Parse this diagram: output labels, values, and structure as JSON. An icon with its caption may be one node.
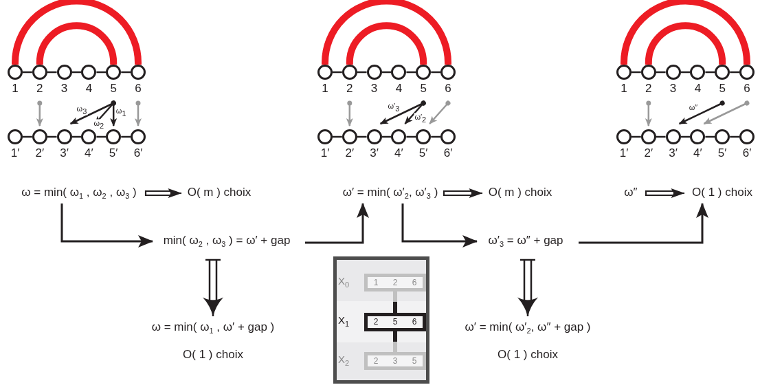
{
  "diagram": {
    "nodes": [
      {
        "text": [
          "1"
        ]
      },
      {
        "text": [
          "2"
        ]
      },
      {
        "text": [
          "3"
        ]
      },
      {
        "text": [
          "4"
        ]
      },
      {
        "text": [
          "5"
        ]
      },
      {
        "text": [
          "6"
        ]
      },
      {
        "text": [
          "1′"
        ]
      },
      {
        "text": [
          "2′"
        ]
      },
      {
        "text": [
          "3′"
        ]
      },
      {
        "text": [
          "4′"
        ]
      },
      {
        "text": [
          "5′"
        ]
      },
      {
        "text": [
          "6′"
        ]
      },
      {
        "text": [
          "1"
        ]
      },
      {
        "text": [
          "2"
        ]
      },
      {
        "text": [
          "3"
        ]
      },
      {
        "text": [
          "4"
        ]
      },
      {
        "text": [
          "5"
        ]
      },
      {
        "text": [
          "6"
        ]
      },
      {
        "text": [
          "1′"
        ]
      },
      {
        "text": [
          "2′"
        ]
      },
      {
        "text": [
          "3′"
        ]
      },
      {
        "text": [
          "4′"
        ]
      },
      {
        "text": [
          "5′"
        ]
      },
      {
        "text": [
          "6′"
        ]
      },
      {
        "text": [
          "1"
        ]
      },
      {
        "text": [
          "2"
        ]
      },
      {
        "text": [
          "3"
        ]
      },
      {
        "text": [
          "4"
        ]
      },
      {
        "text": [
          "5"
        ]
      },
      {
        "text": [
          "6"
        ]
      },
      {
        "text": [
          "1′"
        ]
      },
      {
        "text": [
          "2′"
        ]
      },
      {
        "text": [
          "3′"
        ]
      },
      {
        "text": [
          "4′"
        ]
      },
      {
        "text": [
          "5′"
        ]
      },
      {
        "text": [
          "6′"
        ]
      },
      {
        "text": [
          "ω = min( ω$_{1}$ , ω$_{2}$ , ω$_{3}$ )"
        ]
      },
      {
        "text": [
          "O( m ) choix"
        ]
      },
      {
        "text": [
          "min( ω$_{2}$ , ω$_{3}$ ) = ω′ + gap"
        ]
      },
      {
        "text": [
          "ω = min( ω$_{1}$ , ω′ + gap )",
          "O( 1 ) choix"
        ]
      },
      {
        "text": [
          "ω′ = min( ω′$_{2}$, ω′$_{3}$ )"
        ]
      },
      {
        "text": [
          "O( m ) choix"
        ]
      },
      {
        "text": [
          "ω′$_{3}$ = ω″ + gap"
        ]
      },
      {
        "text": [
          "ω′ = min( ω′$_{2}$, ω″ + gap )",
          "O( 1 ) choix"
        ]
      },
      {
        "text": [
          "ω″"
        ]
      },
      {
        "text": [
          "O( 1 ) choix"
        ]
      },
      {
        "text": [],
        "shape": "box"
      },
      {
        "text": [
          "1 2 6"
        ],
        "in": 46
      },
      {
        "text": [
          "2 5 6"
        ],
        "in": 46
      },
      {
        "text": [
          "2 3 5"
        ],
        "in": 46
      }
    ],
    "edges": [
      {
        "from": 0,
        "to": 1,
        "arrow": "none"
      },
      {
        "from": 1,
        "to": 2,
        "arrow": "none"
      },
      {
        "from": 2,
        "to": 3,
        "arrow": "none"
      },
      {
        "from": 3,
        "to": 4,
        "arrow": "none"
      },
      {
        "from": 4,
        "to": 5,
        "arrow": "none"
      },
      {
        "from": 6,
        "to": 7,
        "arrow": "none"
      },
      {
        "from": 7,
        "to": 8,
        "arrow": "none"
      },
      {
        "from": 8,
        "to": 9,
        "arrow": "none"
      },
      {
        "from": 9,
        "to": 10,
        "arrow": "none"
      },
      {
        "from": 10,
        "to": 11,
        "arrow": "none"
      },
      {
        "from": 0,
        "to": 5,
        "arrow": "none",
        "style": "thick",
        "color": "#ed1c24"
      },
      {
        "from": 1,
        "to": 4,
        "arrow": "none",
        "style": "thick",
        "color": "#ed1c24"
      },
      {
        "from": 1,
        "to": 7,
        "arrow": "to",
        "color": "#999999"
      },
      {
        "from": 4,
        "to": 8,
        "arrow": "to",
        "label": "ω$_{3}$"
      },
      {
        "from": 4,
        "to": 9,
        "arrow": "to",
        "label": "ω$_{2}$"
      },
      {
        "from": 4,
        "to": 10,
        "arrow": "to",
        "label": "ω$_{1}$"
      },
      {
        "from": 5,
        "to": 11,
        "arrow": "to",
        "color": "#999999"
      },
      {
        "from": 12,
        "to": 13,
        "arrow": "none"
      },
      {
        "from": 13,
        "to": 14,
        "arrow": "none"
      },
      {
        "from": 14,
        "to": 15,
        "arrow": "none"
      },
      {
        "from": 15,
        "to": 16,
        "arrow": "none"
      },
      {
        "from": 16,
        "to": 17,
        "arrow": "none"
      },
      {
        "from": 18,
        "to": 19,
        "arrow": "none"
      },
      {
        "from": 19,
        "to": 20,
        "arrow": "none"
      },
      {
        "from": 20,
        "to": 21,
        "arrow": "none"
      },
      {
        "from": 21,
        "to": 22,
        "arrow": "none"
      },
      {
        "from": 22,
        "to": 23,
        "arrow": "none"
      },
      {
        "from": 12,
        "to": 17,
        "arrow": "none",
        "style": "thick",
        "color": "#ed1c24"
      },
      {
        "from": 13,
        "to": 16,
        "arrow": "none",
        "style": "thick",
        "color": "#ed1c24"
      },
      {
        "from": 13,
        "to": 19,
        "arrow": "to",
        "color": "#999999"
      },
      {
        "from": 16,
        "to": 20,
        "arrow": "to",
        "label": "ω′$_{3}$"
      },
      {
        "from": 16,
        "to": 21,
        "arrow": "to",
        "label": "ω′$_{2}$"
      },
      {
        "from": 17,
        "to": 22,
        "arrow": "to",
        "color": "#999999"
      },
      {
        "from": 24,
        "to": 25,
        "arrow": "none"
      },
      {
        "from": 25,
        "to": 26,
        "arrow": "none"
      },
      {
        "from": 26,
        "to": 27,
        "arrow": "none"
      },
      {
        "from": 27,
        "to": 28,
        "arrow": "none"
      },
      {
        "from": 28,
        "to": 29,
        "arrow": "none"
      },
      {
        "from": 30,
        "to": 31,
        "arrow": "none"
      },
      {
        "from": 31,
        "to": 32,
        "arrow": "none"
      },
      {
        "from": 32,
        "to": 33,
        "arrow": "none"
      },
      {
        "from": 33,
        "to": 34,
        "arrow": "none"
      },
      {
        "from": 34,
        "to": 35,
        "arrow": "none"
      },
      {
        "from": 24,
        "to": 29,
        "arrow": "none",
        "style": "thick",
        "color": "#ed1c24"
      },
      {
        "from": 25,
        "to": 28,
        "arrow": "none",
        "style": "thick",
        "color": "#ed1c24"
      },
      {
        "from": 25,
        "to": 31,
        "arrow": "to",
        "color": "#999999"
      },
      {
        "from": 28,
        "to": 32,
        "arrow": "to",
        "label": "ω″"
      },
      {
        "from": 29,
        "to": 33,
        "arrow": "to",
        "color": "#999999"
      },
      {
        "from": 36,
        "to": 37,
        "arrow": "to"
      },
      {
        "from": 36,
        "to": 38,
        "arrow": "to"
      },
      {
        "from": 38,
        "to": 40,
        "arrow": "to"
      },
      {
        "from": 38,
        "to": 39,
        "arrow": "to"
      },
      {
        "from": 40,
        "to": 41,
        "arrow": "to"
      },
      {
        "from": 40,
        "to": 42,
        "arrow": "to"
      },
      {
        "from": 42,
        "to": 45,
        "arrow": "to"
      },
      {
        "from": 42,
        "to": 43,
        "arrow": "to"
      },
      {
        "from": 44,
        "to": 45,
        "arrow": "to"
      },
      {
        "from": 47,
        "to": 48,
        "arrow": "none"
      },
      {
        "from": 48,
        "to": 49,
        "arrow": "none"
      }
    ],
    "labels": [
      "X$_{0}$",
      "X$_{1}$",
      "X$_{2}$"
    ]
  }
}
